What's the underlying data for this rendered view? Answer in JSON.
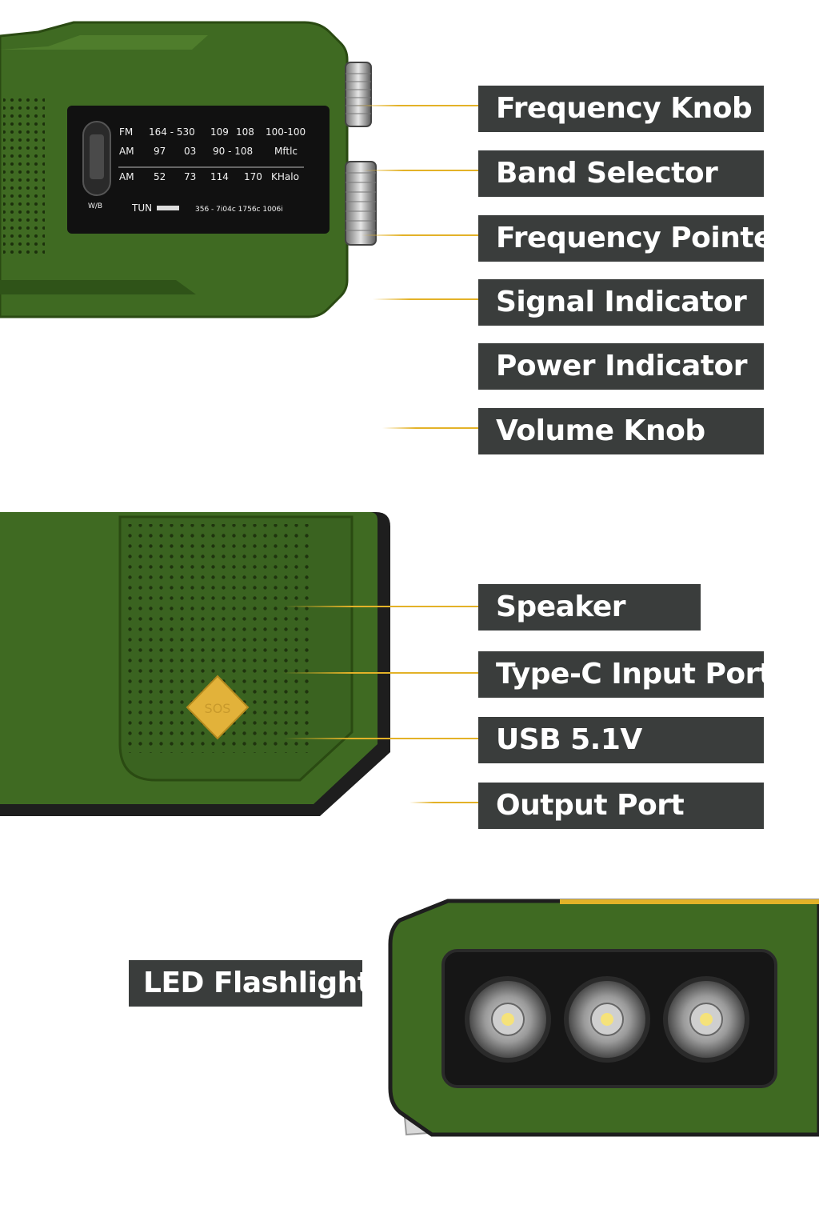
{
  "callouts": {
    "frequency_knob": "Frequency Knob",
    "band_selector": "Band Selector",
    "frequency_pointer": "Frequency Pointer",
    "signal_indicator": "Signal Indicator",
    "power_indicator": "Power Indicator",
    "volume_knob": "Volume Knob",
    "speaker": "Speaker",
    "type_c_input_port": "Type-C Input Port",
    "usb": "USB 5.1V",
    "output_port": "Output Port",
    "led_flashlight": "LED Flashlight"
  },
  "dial": {
    "rows": [
      [
        "FM",
        "164 - 530",
        "109",
        "108",
        "100-100"
      ],
      [
        "AM",
        "97",
        "03",
        "90 - 108",
        "Mftlc"
      ],
      [
        "AM",
        "52",
        "73",
        "114",
        "170",
        "KHalo"
      ]
    ],
    "switch_label": "W/B",
    "tune_label": "TUN",
    "scale_text": "356 - 7i04c 1756c 1006i"
  },
  "sos_button": "SOS",
  "colors": {
    "body_green": "#3f6a22",
    "dark_green": "#2c4d16",
    "label_bg": "#3a3d3c",
    "leader": "#e3b228",
    "sos_yellow": "#e2b23a"
  }
}
